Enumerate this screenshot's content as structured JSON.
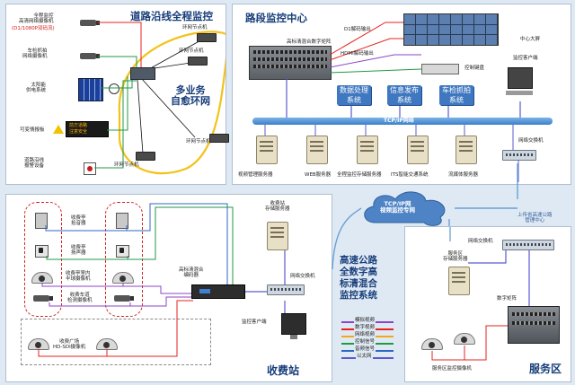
{
  "road": {
    "title": "道路沿线全程监控",
    "ring_label": "多业务\n自愈环网",
    "devices": {
      "cam_label": "全程监控\n高清网络摄像机",
      "cam_sub": "(D1/1080P双码流)",
      "vehicle_cam": "车检抓拍\n网络摄像机",
      "solar": "太阳能\n供电系统",
      "vms": "可变情报板",
      "alarm": "道路沿线\n报警设备"
    },
    "ring_node": "环网节点机",
    "sign_text": "前方道路\n注意安全"
  },
  "center": {
    "title": "路段监控中心",
    "matrix": "高标清混合数字矩阵",
    "d1_output": "D1解码输出",
    "hdmi_output": "HDMI解码输出",
    "video_wall": "中心大屏",
    "control_keyboard": "控制键盘",
    "monitor_client": "监控客户端",
    "systems": [
      "数据处理\n系统",
      "信息发布\n系统",
      "车检抓拍\n系统"
    ],
    "network": "TCP/IP网络",
    "switch": "网络交换机",
    "servers": [
      "视频管理服务器",
      "WEB服务器",
      "全程监控存储服务器",
      "ITS智能交通系统",
      "流媒体服务器"
    ]
  },
  "cloud": {
    "label": "TCP/IP网\n视频监控专网",
    "upstream": "上传省高速公路\n管理中心"
  },
  "toll": {
    "title": "收费站",
    "items": [
      "收费亭\n拾音器",
      "收费亭\n扬声器",
      "收费亭室内\n半球摄像机",
      "收费车道\n检测摄像机"
    ],
    "plaza_cam": "收费广场\nHD-SDI摄像机",
    "encoder": "高标清混合\n编码器",
    "storage": "收费站\n存储服务器",
    "switch": "网络交换机",
    "client": "监控客户端"
  },
  "center_label": "高速公路\n全数字高\n标清混合\n监控系统",
  "legend": {
    "entries": [
      "模拟视频",
      "数字视频",
      "网络视频",
      "控制信号",
      "音频信号",
      "以太网"
    ],
    "colors": [
      "#8a46c8",
      "#e8201e",
      "#f2a81d",
      "#1f9a44",
      "#2d67c5",
      "#5b5bd0"
    ]
  },
  "service": {
    "title": "服务区",
    "switch": "网络交换机",
    "storage": "服务区\n存储服务器",
    "matrix": "数字矩阵",
    "camera": "服务区监控摄像机"
  },
  "colors": {
    "ring": "#f3c21a",
    "network_bar": "#4a8fd4",
    "title": "#173d7a",
    "system_box": "#3f78c0"
  }
}
